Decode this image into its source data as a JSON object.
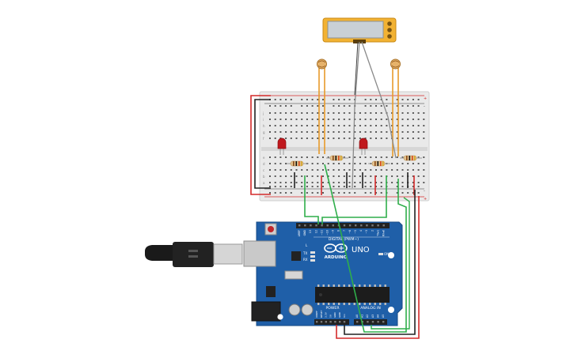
{
  "board": {
    "logo_text": "ARDUINO",
    "model_text": "UNO",
    "digital_label": "DIGITAL (PWM~)",
    "power_label": "POWER",
    "analog_label": "ANALOG IN",
    "on_label": "ON",
    "tx_label": "TX",
    "rx_label": "RX",
    "l_label": "L",
    "top_pin_labels": [
      "AREF",
      "GND",
      "13",
      "12",
      "~11",
      "~10",
      "~9",
      "8",
      "7",
      "~6",
      "~5",
      "4",
      "~3",
      "2",
      "TX▸1",
      "RX◂0"
    ],
    "power_pin_labels": [
      "IOREF",
      "RESET",
      "3.3V",
      "5V",
      "GND",
      "GND",
      "Vin"
    ],
    "analog_pin_labels": [
      "A0",
      "A1",
      "A2",
      "A3",
      "A4",
      "A5"
    ]
  },
  "breadboard": {
    "rail_plus": "+",
    "rail_minus": "-",
    "row_letters_top": [
      "j",
      "i",
      "h",
      "g",
      "f"
    ],
    "row_letters_bottom": [
      "e",
      "d",
      "c",
      "b",
      "a"
    ]
  },
  "colors": {
    "board_blue": "#1f5fa8",
    "board_dark": "#1a4f8e",
    "wire_red": "#d42a2a",
    "wire_black": "#222222",
    "wire_green": "#2fae4a",
    "wire_orange": "#e89a2a",
    "wire_grey": "#8a8a8a",
    "servo_body": "#f2b233",
    "led_red": "#c0181d",
    "breadboard": "#e9e9e9"
  },
  "icons": {
    "usb": "usb-plug-icon",
    "arduino_logo": "arduino-infinity-logo-icon"
  }
}
